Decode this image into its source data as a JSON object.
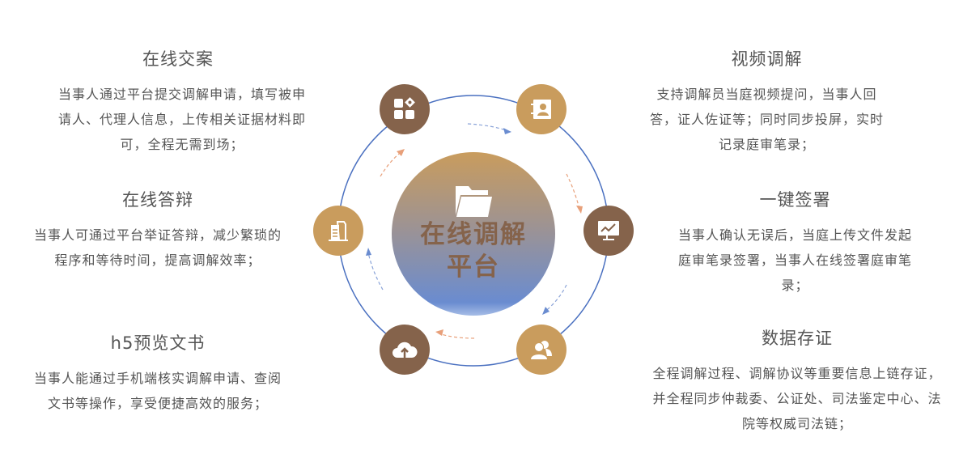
{
  "center": {
    "title": "在线调解平台",
    "icon": "folder-icon"
  },
  "features": [
    {
      "title": "在线交案",
      "desc": "当事人通过平台提交调解申请，填写被申请人、代理人信息，上传相关证据材料即可，全程无需到场；",
      "icon": "apps-icon"
    },
    {
      "title": "视频调解",
      "desc": "支持调解员当庭视频提问，当事人回答，证人佐证等；同时同步投屏，实时记录庭审笔录；",
      "icon": "contact-book-icon"
    },
    {
      "title": "在线答辩",
      "desc": "当事人可通过平台举证答辩，减少繁琐的程序和等待时间，提高调解效率；",
      "icon": "document-icon"
    },
    {
      "title": "一键签署",
      "desc": "当事人确认无误后，当庭上传文件发起庭审笔录签署，当事人在线签署庭审笔录；",
      "icon": "monitor-chart-icon"
    },
    {
      "title": "h5预览文书",
      "desc": "当事人能通过手机端核实调解申请、查阅文书等操作，享受便捷高效的服务；",
      "icon": "cloud-upload-icon"
    },
    {
      "title": "数据存证",
      "desc": "全程调解过程、调解协议等重要信息上链存证，并全程同步仲裁委、公证处、司法鉴定中心、法院等权威司法链；",
      "icon": "users-icon"
    }
  ],
  "colors": {
    "brown": "#85634b",
    "tan": "#c99c5d",
    "blue": "#4a70c0",
    "orange": "#e8a07a"
  }
}
